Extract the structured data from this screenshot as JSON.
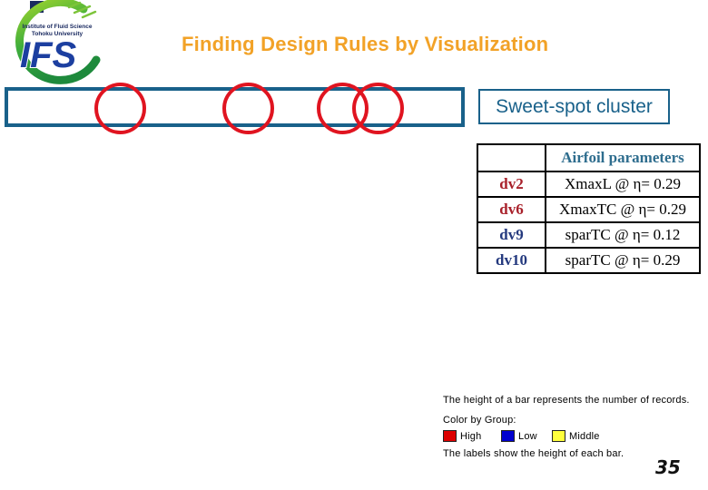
{
  "slide": {
    "title": "Finding Design Rules by Visualization",
    "page_number": "35"
  },
  "logo": {
    "acronym": "IFS",
    "institute_line1": "Institute of Fluid Science",
    "institute_line2": "Tohoku University"
  },
  "cluster": {
    "label": "Sweet-spot cluster"
  },
  "table": {
    "header": "Airfoil parameters",
    "rows": [
      {
        "key": "dv2",
        "value": "XmaxL @ η= 0.29",
        "key_color": "#a8202a"
      },
      {
        "key": "dv6",
        "value": "XmaxTC @ η= 0.29",
        "key_color": "#a8202a"
      },
      {
        "key": "dv9",
        "value": "sparTC @ η= 0.12",
        "key_color": "#24397e"
      },
      {
        "key": "dv10",
        "value": "sparTC @ η= 0.29",
        "key_color": "#24397e"
      }
    ]
  },
  "notes": {
    "line1": "The height of a bar represents the number of records.",
    "line2": "Color by Group:",
    "line3": "The labels show the height of each bar.",
    "legend": [
      {
        "label": "High",
        "color": "#dd0000"
      },
      {
        "label": "Low",
        "color": "#0000ce"
      },
      {
        "label": "Middle",
        "color": "#ffff3c"
      }
    ]
  },
  "colors": {
    "accent_teal": "#19618a",
    "circle_red": "#e01420",
    "title_orange": "#f2a227"
  }
}
